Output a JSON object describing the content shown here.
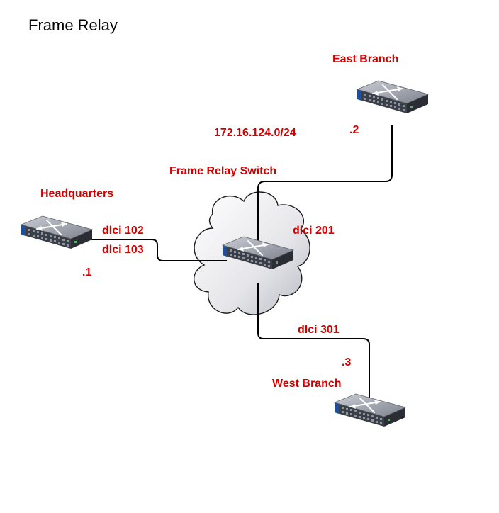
{
  "title": "Frame Relay",
  "network": "172.16.124.0/24",
  "colors": {
    "label": "#d40000",
    "title": "#000000",
    "link": "#000000",
    "device_top": "#9ea3ad",
    "device_front": "#3b3f48",
    "device_stripe": "#1f4e9a",
    "cloud_fill": "#e6e6ea",
    "cloud_stroke": "#1a1a1a"
  },
  "nodes": {
    "headquarters": {
      "label": "Headquarters",
      "address": ".1",
      "dlci_a": "dlci 102",
      "dlci_b": "dlci 103"
    },
    "switch": {
      "label": "Frame Relay Switch"
    },
    "east": {
      "label": "East Branch",
      "address": ".2",
      "dlci": "dlci 201"
    },
    "west": {
      "label": "West Branch",
      "address": ".3",
      "dlci": "dlci 301"
    }
  },
  "icons": {
    "device": "router-icon",
    "cloud": "cloud-icon"
  }
}
